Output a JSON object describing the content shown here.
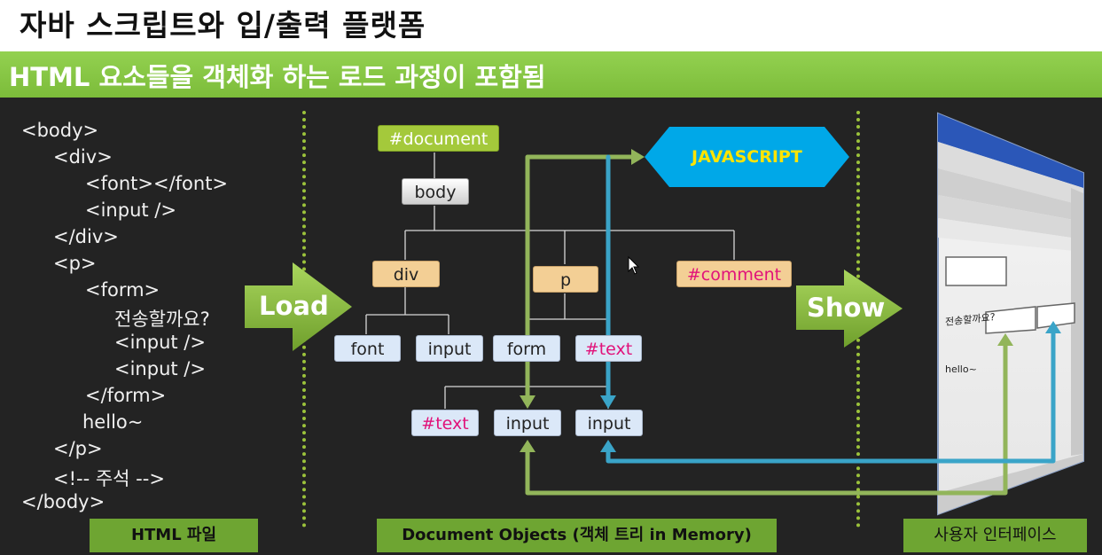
{
  "header": {
    "title": "자바 스크립트와 입/출력 플랫폼",
    "subtitle": "HTML 요소들을 객체화 하는 로드 과정이 포함됨"
  },
  "code_lines": [
    "<body>",
    "<div>",
    "<font></font>",
    "<input />",
    "</div>",
    "<p>",
    "<form>",
    "전송할까요?",
    "<input />",
    "<input />",
    "</form>",
    "hello~",
    "</p>",
    "<!-- 주석 -->",
    "</body>"
  ],
  "tree": {
    "document": "#document",
    "body": "body",
    "div": "div",
    "p": "p",
    "comment": "#comment",
    "font": "font",
    "input_div": "input",
    "form": "form",
    "text_p": "#text",
    "text_form": "#text",
    "input_form_1": "input",
    "input_form_2": "input"
  },
  "arrows": {
    "load": "Load",
    "show": "Show",
    "javascript": "JAVASCRIPT"
  },
  "browser": {
    "prompt": "전송할까요?",
    "hello": "hello~"
  },
  "section_labels": {
    "html_file": "HTML 파일",
    "doc_objects": "Document Objects (객체 트리 in Memory)",
    "user_interface": "사용자 인터페이스"
  },
  "colors": {
    "accent_green": "#93d150",
    "path_green": "#92b55a",
    "path_blue": "#3aa4c8",
    "js_cyan": "#00a8e8",
    "text_pink": "#e1127a"
  }
}
